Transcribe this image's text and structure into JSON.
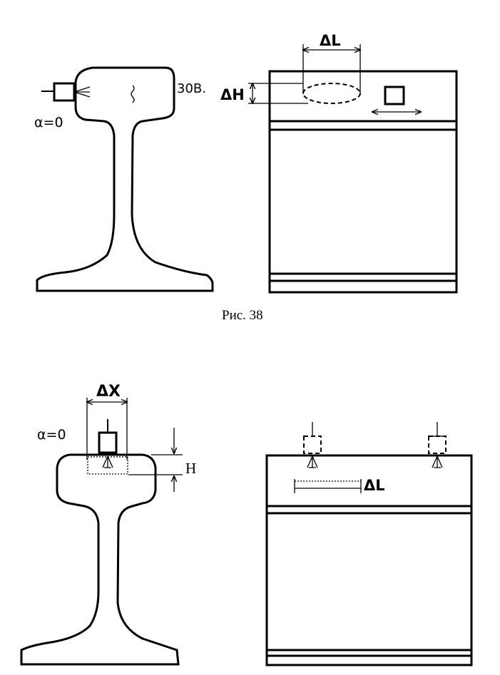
{
  "figure1": {
    "caption": "Рис. 38",
    "left": {
      "angle_label": "α=0",
      "side_label": "30В."
    },
    "right": {
      "delta_l_label": "ΔL",
      "delta_h_label": "ΔH"
    }
  },
  "figure2": {
    "left": {
      "angle_label": "α=0",
      "delta_x_label": "ΔX",
      "h_label": "H"
    },
    "right": {
      "delta_l_label": "ΔL"
    }
  }
}
